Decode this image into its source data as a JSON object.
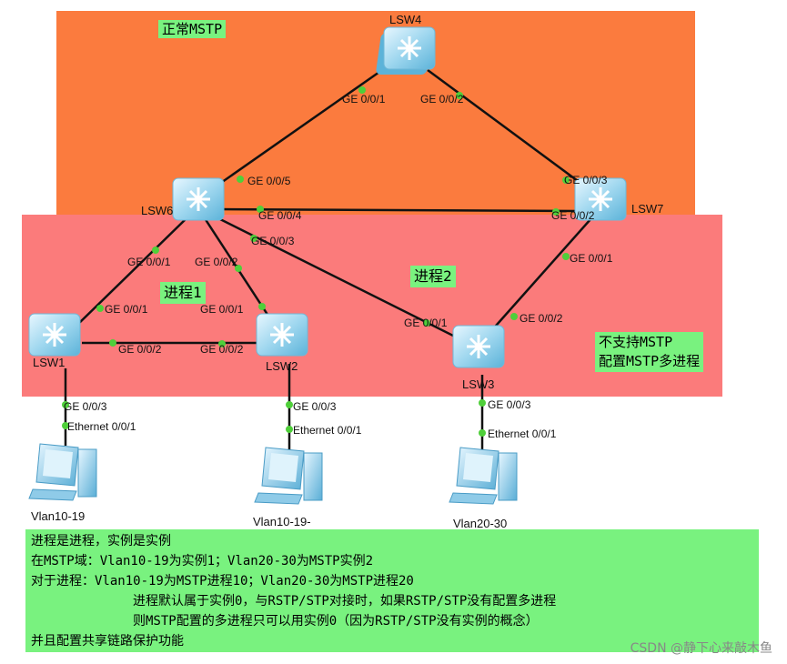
{
  "regions": {
    "mstp_label": "正常MSTP",
    "process1_label": "进程1",
    "process2_label": "进程2",
    "unsupported_label": "不支持MSTP\n配置MSTP多进程"
  },
  "devices": {
    "lsw4": "LSW4",
    "lsw6": "LSW6",
    "lsw7": "LSW7",
    "lsw1": "LSW1",
    "lsw2": "LSW2",
    "lsw3": "LSW3"
  },
  "ports": {
    "lsw4_g1": "GE 0/0/1",
    "lsw4_g2": "GE 0/0/2",
    "lsw6_g5": "GE 0/0/5",
    "lsw6_g4": "GE 0/0/4",
    "lsw6_g3": "GE 0/0/3",
    "lsw6_g1": "GE 0/0/1",
    "lsw6_g2": "GE 0/0/2",
    "lsw7_g3": "GE 0/0/3",
    "lsw7_g2": "GE 0/0/2",
    "lsw7_g1": "GE 0/0/1",
    "lsw1_g1": "GE 0/0/1",
    "lsw1_g2": "GE 0/0/2",
    "lsw1_g3": "GE 0/0/3",
    "lsw2_g1": "GE 0/0/1",
    "lsw2_g2": "GE 0/0/2",
    "lsw2_g3": "GE 0/0/3",
    "lsw3_g1": "GE 0/0/1",
    "lsw3_g2": "GE 0/0/2",
    "lsw3_g3": "GE 0/0/3",
    "pc1_eth": "Ethernet 0/0/1",
    "pc2_eth": "Ethernet 0/0/1",
    "pc3_eth": "Ethernet 0/0/1"
  },
  "pcs": {
    "pc1": "Vlan10-19",
    "pc2": "Vlan10-19-",
    "pc3": "Vlan20-30"
  },
  "note": {
    "line1": "进程是进程，实例是实例",
    "line2": "在MSTP域：Vlan10-19为实例1；Vlan20-30为MSTP实例2",
    "line3": "对于进程：Vlan10-19为MSTP进程10；Vlan20-30为MSTP进程20",
    "line4": "进程默认属于实例0，与RSTP/STP对接时，如果RSTP/STP没有配置多进程",
    "line5": "则MSTP配置的多进程只可以用实例0（因为RSTP/STP没有实例的概念）",
    "line6": "并且配置共享链路保护功能"
  },
  "watermark": "CSDN @静下心来敲木鱼",
  "colors": {
    "mstp_region": "#fb7b3e",
    "process_region": "#fb7b7b",
    "label_bg": "#79f27f",
    "port_dot": "#4fcf3a",
    "switch_body": "#bfe6f5"
  }
}
